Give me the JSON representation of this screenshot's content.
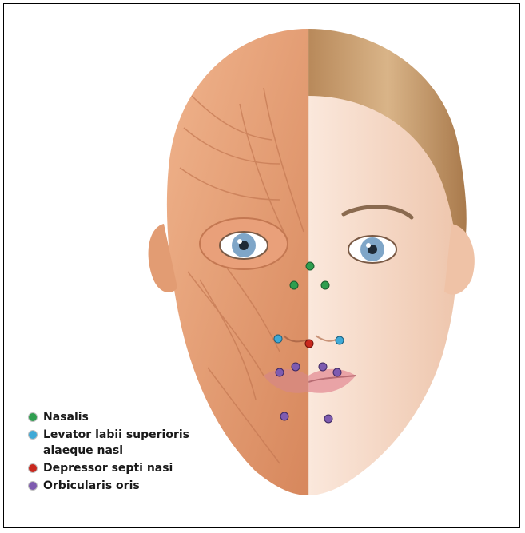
{
  "legend": [
    {
      "label": "Nasalis",
      "color": "#2f9e4f"
    },
    {
      "label": "Levator labii superioris\nalaeque nasi",
      "color": "#3fa9d6"
    },
    {
      "label": "Depressor septi nasi",
      "color": "#c8281e"
    },
    {
      "label": "Orbicularis oris",
      "color": "#7e5bb0"
    }
  ],
  "colors": {
    "muscle": "#e7a37c",
    "muscle_dark": "#c9764c",
    "skin": "#f6dccb",
    "hair": "#c9a47a",
    "iris": "#7fa6c8",
    "lips": "#e9a3a6"
  }
}
